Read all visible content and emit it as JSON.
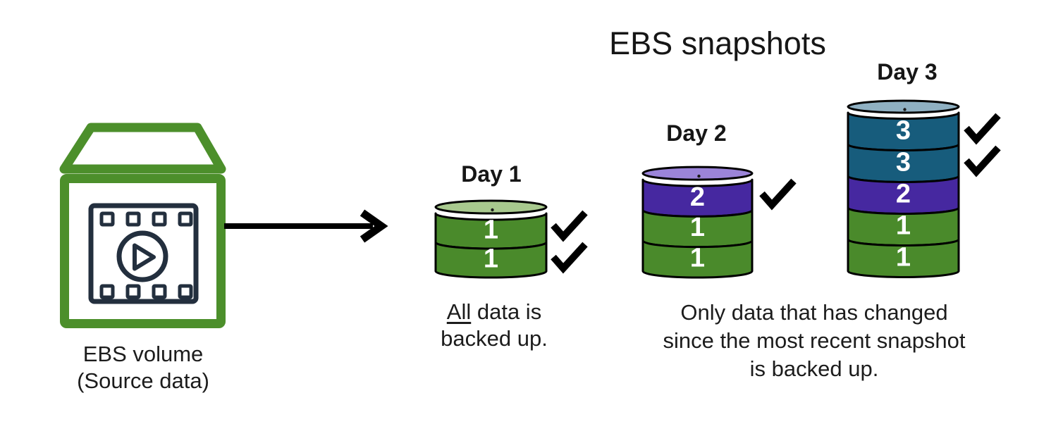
{
  "title": "EBS snapshots",
  "colors": {
    "green": "#4A8A2B",
    "green_light": "#A8C98E",
    "purple": "#4628A0",
    "purple_light": "#9B84D9",
    "teal": "#175C7C",
    "teal_light": "#8FB0C2",
    "outline": "#000000",
    "icon_green": "#4C8F2B",
    "icon_navy": "#232F3E",
    "segment_text": "#FFFFFF",
    "text": "#161616"
  },
  "source": {
    "icon": "media-volume-icon",
    "label_line1": "EBS volume",
    "label_line2": "(Source data)"
  },
  "arrow": {
    "icon": "right-arrow-icon"
  },
  "days": [
    {
      "label": "Day 1",
      "segments": [
        {
          "value": "1",
          "color": "green"
        },
        {
          "value": "1",
          "color": "green"
        }
      ],
      "checks": 2
    },
    {
      "label": "Day 2",
      "segments": [
        {
          "value": "2",
          "color": "purple"
        },
        {
          "value": "1",
          "color": "green"
        },
        {
          "value": "1",
          "color": "green"
        }
      ],
      "checks": 1
    },
    {
      "label": "Day 3",
      "segments": [
        {
          "value": "3",
          "color": "teal"
        },
        {
          "value": "3",
          "color": "teal"
        },
        {
          "value": "2",
          "color": "purple"
        },
        {
          "value": "1",
          "color": "green"
        },
        {
          "value": "1",
          "color": "green"
        }
      ],
      "checks": 2
    }
  ],
  "captions": {
    "day1_underlined": "All",
    "day1_line1_rest": " data is",
    "day1_line2": "backed up.",
    "incremental_line1": "Only data that has changed",
    "incremental_line2": "since the most recent snapshot",
    "incremental_line3": "is backed up."
  }
}
